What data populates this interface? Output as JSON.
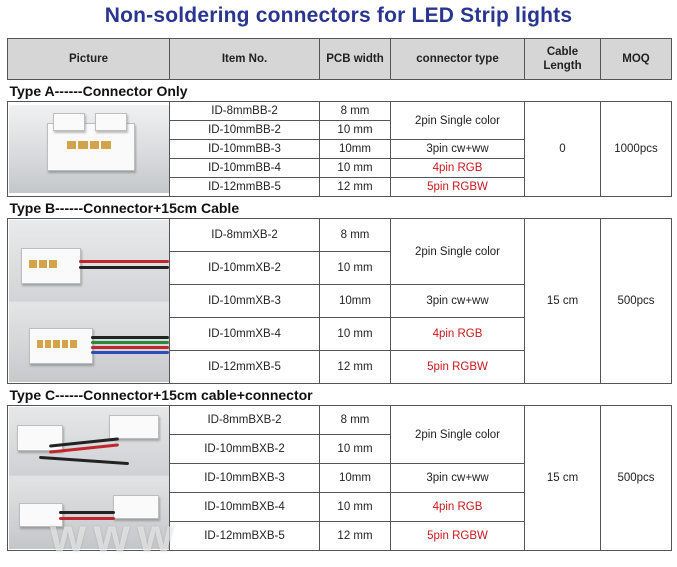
{
  "title": "Non-soldering connectors for LED Strip lights",
  "headers": {
    "picture": "Picture",
    "item_no": "Item No.",
    "pcb_width": "PCB width",
    "connector_type": "connector type",
    "cable_length_1": "Cable",
    "cable_length_2": "Length",
    "moq": "MOQ"
  },
  "sections": [
    {
      "label": "Type A------Connector Only",
      "cable_length": "0",
      "moq": "1000pcs",
      "rows": [
        {
          "item": "ID-8mmBB-2",
          "width": "8 mm"
        },
        {
          "item": "ID-10mmBB-2",
          "width": "10 mm"
        },
        {
          "item": "ID-10mmBB-3",
          "width": "10mm"
        },
        {
          "item": "ID-10mmBB-4",
          "width": "10 mm"
        },
        {
          "item": "ID-12mmBB-5",
          "width": "12 mm"
        }
      ],
      "types": [
        "2pin Single color",
        "3pin cw+ww",
        "4pin  RGB",
        "5pin RGBW"
      ]
    },
    {
      "label": "Type B------Connector+15cm Cable",
      "cable_length": "15 cm",
      "moq": "500pcs",
      "rows": [
        {
          "item": "ID-8mmXB-2",
          "width": "8 mm"
        },
        {
          "item": "ID-10mmXB-2",
          "width": "10 mm"
        },
        {
          "item": "ID-10mmXB-3",
          "width": "10mm"
        },
        {
          "item": "ID-10mmXB-4",
          "width": "10 mm"
        },
        {
          "item": "ID-12mmXB-5",
          "width": "12 mm"
        }
      ],
      "types": [
        "2pin Single color",
        "3pin cw+ww",
        "4pin  RGB",
        "5pin RGBW"
      ]
    },
    {
      "label": "Type C------Connector+15cm cable+connector",
      "cable_length": "15 cm",
      "moq": "500pcs",
      "rows": [
        {
          "item": "ID-8mmBXB-2",
          "width": "8 mm"
        },
        {
          "item": "ID-10mmBXB-2",
          "width": "10 mm"
        },
        {
          "item": "ID-10mmBXB-3",
          "width": "10mm"
        },
        {
          "item": "ID-10mmBXB-4",
          "width": "10 mm"
        },
        {
          "item": "ID-12mmBXB-5",
          "width": "12 mm"
        }
      ],
      "types": [
        "2pin Single color",
        "3pin cw+ww",
        "4pin  RGB",
        "5pin RGBW"
      ]
    }
  ],
  "watermark": "www",
  "colors": {
    "title": "#2a3590",
    "header_bg": "#d6d6d6",
    "red_text": "#c8181e"
  }
}
